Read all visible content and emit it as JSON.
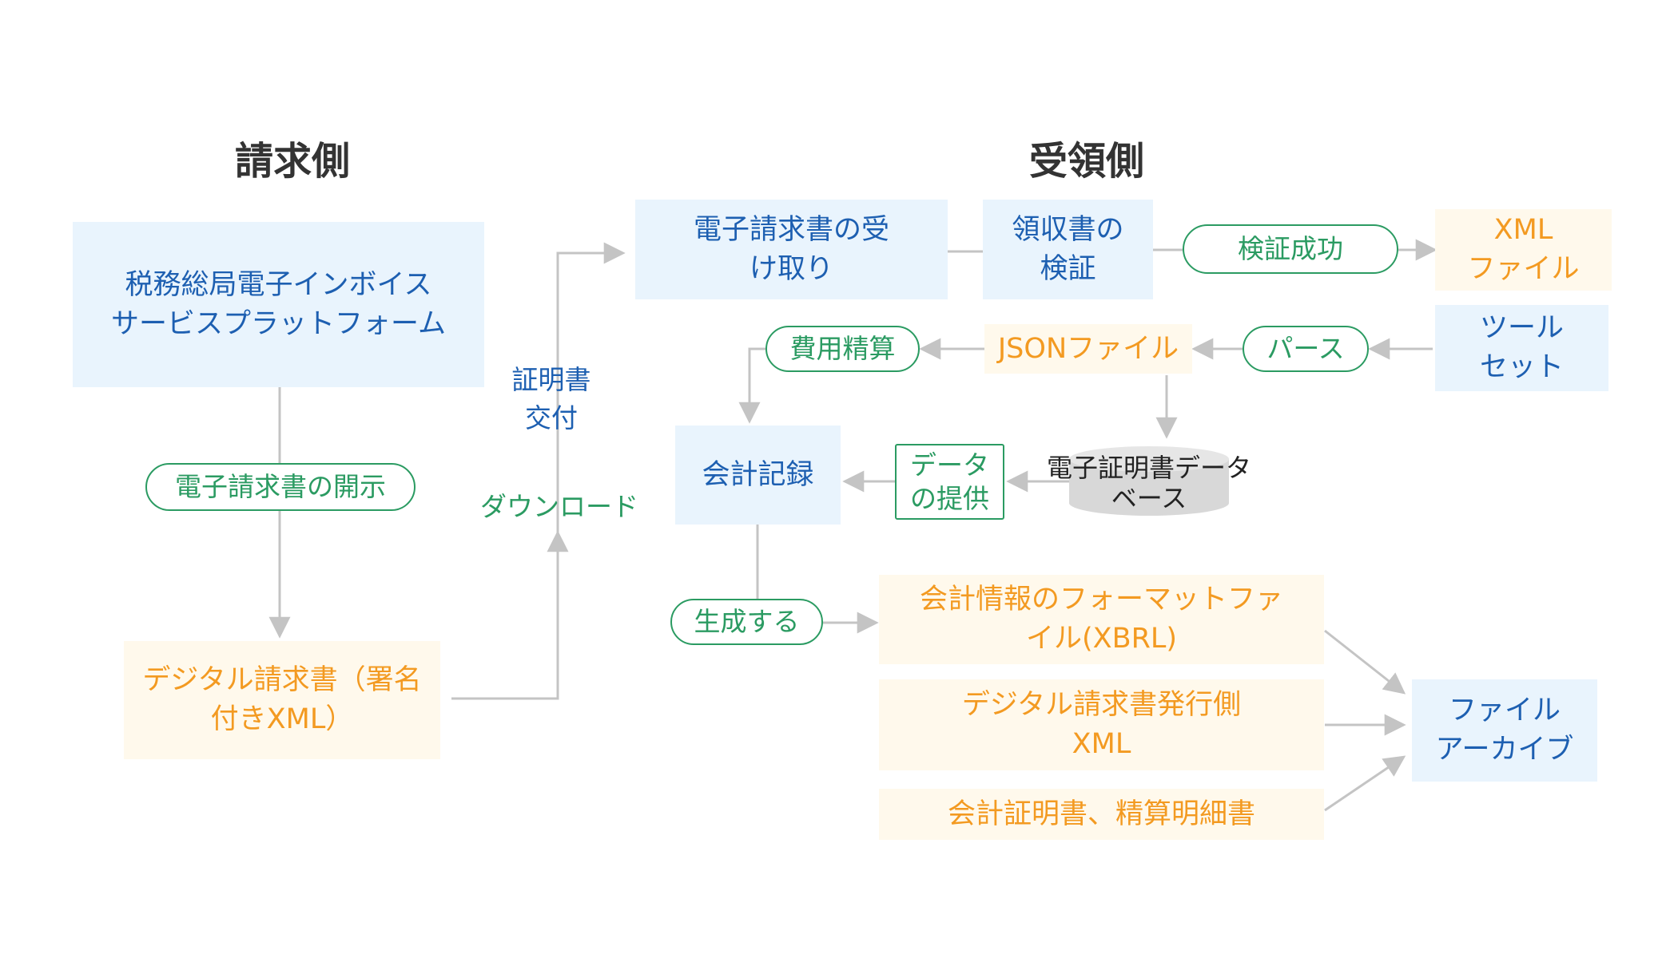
{
  "sections": {
    "sender_title": "請求側",
    "receiver_title": "受領側"
  },
  "nodes": {
    "tax_platform": [
      "税務総局電子インボイス",
      "サービスプラットフォーム"
    ],
    "disclose_invoice": [
      "電子請求書の開示"
    ],
    "digital_invoice_signed": [
      "デジタル請求書（署名",
      "付きXML）"
    ],
    "receive_invoice": [
      "電子請求書の受",
      "け取り"
    ],
    "verify_receipt": [
      "領収書の",
      "検証"
    ],
    "verify_success": [
      "検証成功"
    ],
    "xml_file": [
      "XML",
      "ファイル"
    ],
    "toolset": [
      "ツール",
      "セット"
    ],
    "parse": [
      "パース"
    ],
    "json_file": [
      "JSONファイル"
    ],
    "expense_settlement": [
      "費用精算"
    ],
    "accounting_record": [
      "会計記録"
    ],
    "provide_data": [
      "データ",
      "の提供"
    ],
    "cert_database": [
      "電子証明書データ",
      "ベース"
    ],
    "generate": [
      "生成する"
    ],
    "xbrl_file": [
      "会計情報のフォーマットファ",
      "イル(XBRL)"
    ],
    "issuer_xml": [
      "デジタル請求書発行側",
      "XML"
    ],
    "accounting_cert": [
      "会計証明書、精算明細書"
    ],
    "file_archive": [
      "ファイル",
      "アーカイブ"
    ]
  },
  "edge_labels": {
    "cert_issue": [
      "証明書",
      "交付"
    ],
    "download": [
      "ダウンロード"
    ]
  },
  "colors": {
    "blue_fill": "#e9f4fd",
    "blue_text": "#1d5fb1",
    "orange_fill": "#fff9ec",
    "orange_text": "#f39a21",
    "green": "#2b9b62",
    "connector": "#c4c4c4",
    "database_fill": "#d8d8d8"
  }
}
